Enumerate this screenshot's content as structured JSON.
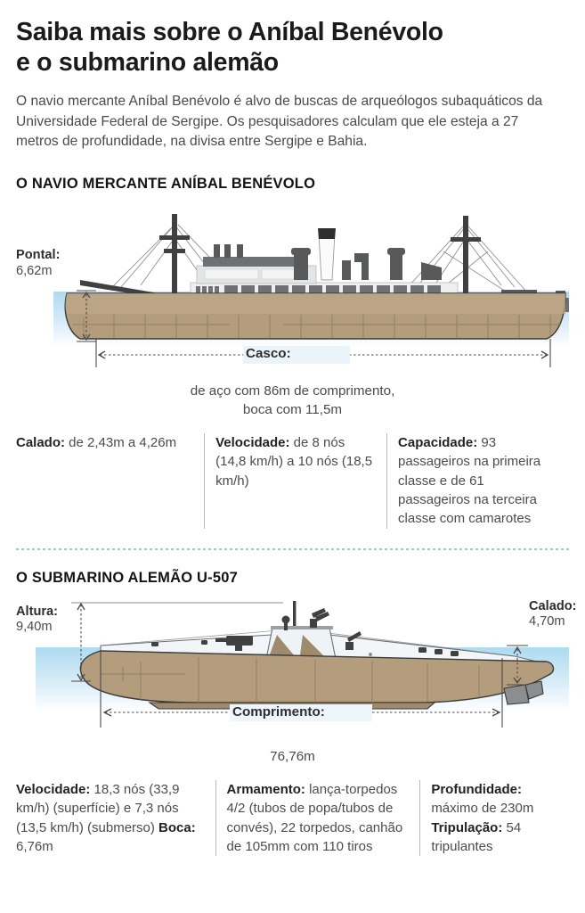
{
  "header": {
    "headline_line1": "Saiba mais sobre o Aníbal Benévolo",
    "headline_line2": "e o submarino alemão",
    "intro": "O navio mercante Aníbal Benévolo é alvo de buscas de arqueólogos subaquáticos da Universidade Federal de Sergipe. Os pesquisadores calculam que ele esteja a 27 metros de profundidade, na divisa entre Sergipe e Bahia."
  },
  "colors": {
    "hull": "#b49d7c",
    "hull_shadow": "#a08a6c",
    "hull_light": "#c3ad8d",
    "water_top": "#b9ddf0",
    "water_bottom": "#ffffff",
    "deck_dark": "#58595b",
    "deck_mid": "#7b7d80",
    "superstructure": "#e6e7e8",
    "outline": "#2e2e2e",
    "divider": "#9fcbe0",
    "text": "#4a4a4a",
    "text_strong": "#1b1b1b"
  },
  "ship": {
    "section_title": "O NAVIO MERCANTE ANÍBAL BENÉVOLO",
    "labels": {
      "pontal_name": "Pontal:",
      "pontal_value": "6,62m"
    },
    "dimension": {
      "name": "Casco:",
      "line1": "de aço com 86m de comprimento,",
      "line2": "boca com 11,5m"
    },
    "stats": [
      {
        "label": "Calado:",
        "value": " de 2,43m a 4,26m"
      },
      {
        "label": "Velocidade:",
        "value": " de 8 nós (14,8 km/h) a 10 nós (18,5 km/h)"
      },
      {
        "label": "Capacidade:",
        "value": " 93 passageiros na primeira classe e de 61 passageiros na terceira classe com camarotes"
      }
    ]
  },
  "submarine": {
    "section_title": "O SUBMARINO ALEMÃO U-507",
    "labels": {
      "altura_name": "Altura:",
      "altura_value": "9,40m",
      "calado_name": "Calado:",
      "calado_value": "4,70m"
    },
    "dimension": {
      "name": "Comprimento:",
      "line1": "76,76m"
    },
    "stats": [
      {
        "label": "Velocidade:",
        "value": " 18,3 nós (33,9 km/h) (superfície) e 7,3 nós (13,5 km/h) (submerso) ",
        "label2": "Boca:",
        "value2": " 6,76m"
      },
      {
        "label": "Armamento:",
        "value": " lança-torpedos 4/2 (tubos de popa/tubos de convés), 22 torpedos, canhão de 105mm com 110 tiros"
      },
      {
        "label": "Profundidade:",
        "value": " máximo de 230m ",
        "label2": "Tripulação:",
        "value2": " 54 tripulantes"
      }
    ]
  },
  "icons": {
    "arrow_vertical": "vertical-dimension-arrow",
    "arrow_horizontal": "horizontal-dimension-arrow"
  }
}
